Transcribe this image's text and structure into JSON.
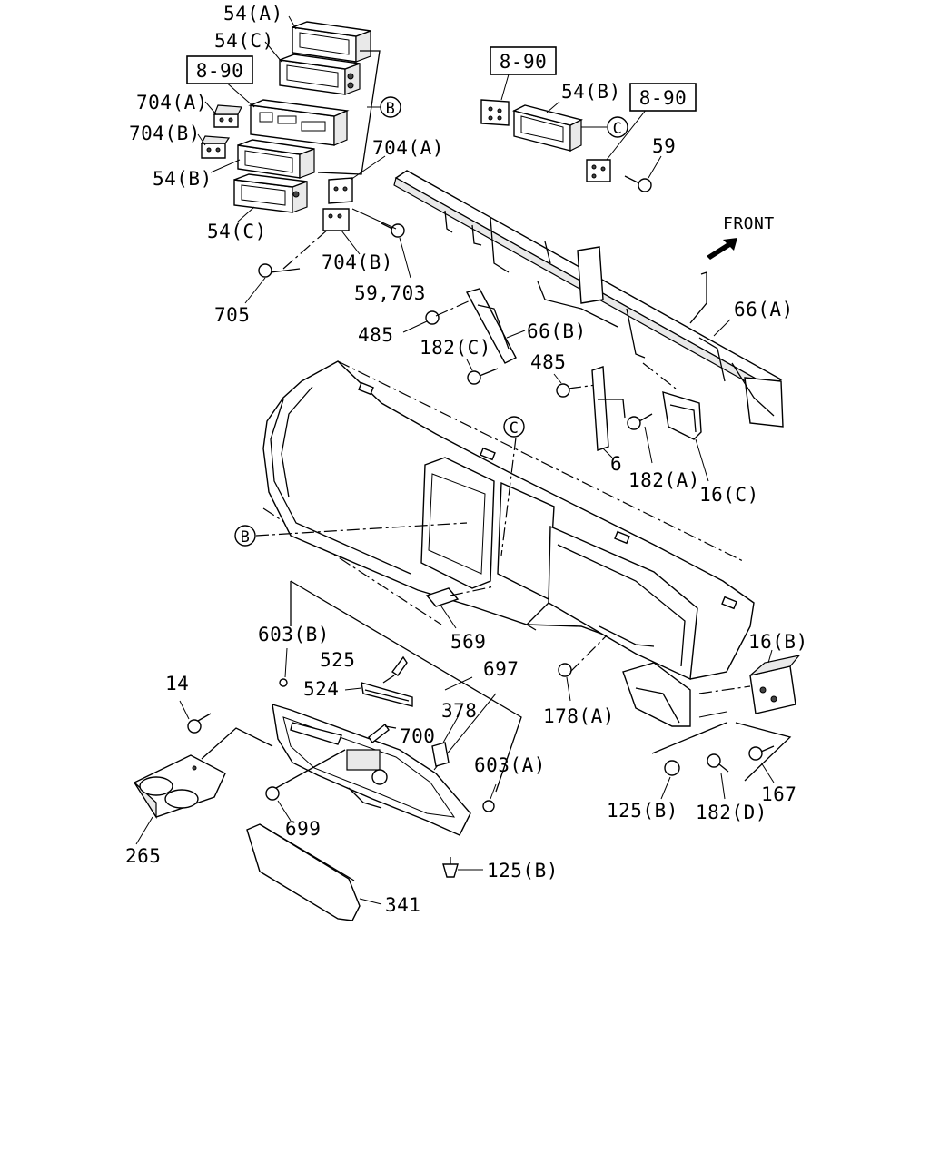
{
  "diagram": {
    "front_label": "FRONT",
    "ref_boxes": {
      "ref_8_90_a": "8-90",
      "ref_8_90_b": "8-90",
      "ref_8_90_c": "8-90"
    },
    "circle_refs": {
      "b_top": "B",
      "c_top": "C",
      "c_mid": "C",
      "b_mid": "B"
    },
    "part_labels": {
      "p54a": "54(A)",
      "p54c_top": "54(C)",
      "p704a_left": "704(A)",
      "p704b_left": "704(B)",
      "p54b_left": "54(B)",
      "p54c_left": "54(C)",
      "p704a_mid": "704(A)",
      "p704b_mid": "704(B)",
      "p59_703": "59,703",
      "p705": "705",
      "p54b_right": "54(B)",
      "p59": "59",
      "p66a": "66(A)",
      "p66b": "66(B)",
      "p485_left": "485",
      "p182c": "182(C)",
      "p485_right": "485",
      "p6": "6",
      "p182a": "182(A)",
      "p16c": "16(C)",
      "p569": "569",
      "p603b": "603(B)",
      "p525": "525",
      "p524": "524",
      "p697": "697",
      "p14": "14",
      "p378": "378",
      "p700": "700",
      "p178a": "178(A)",
      "p16b": "16(B)",
      "p603a": "603(A)",
      "p699": "699",
      "p265": "265",
      "p125b_mid": "125(B)",
      "p182d": "182(D)",
      "p167": "167",
      "p125b_bottom": "125(B)",
      "p341": "341"
    }
  }
}
